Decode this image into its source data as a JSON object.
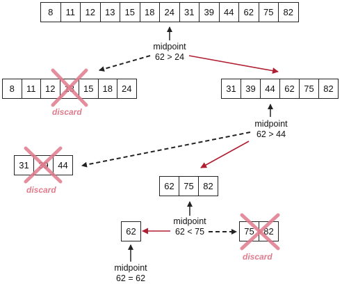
{
  "arrays": {
    "full": [
      "8",
      "11",
      "12",
      "13",
      "15",
      "18",
      "24",
      "31",
      "39",
      "44",
      "62",
      "75",
      "82"
    ],
    "left_half": [
      "8",
      "11",
      "12",
      "13",
      "15",
      "18",
      "24"
    ],
    "right_half": [
      "31",
      "39",
      "44",
      "62",
      "75",
      "82"
    ],
    "step2_left": [
      "31",
      "39",
      "44"
    ],
    "step2_right": [
      "62",
      "75",
      "82"
    ],
    "step3_left": [
      "62"
    ],
    "step3_right": [
      "75",
      "82"
    ]
  },
  "labels": {
    "midpoint": "midpoint",
    "cmp1": "62 > 24",
    "cmp2": "62 > 44",
    "cmp3": "62 < 75",
    "cmp4": "62 = 62",
    "discard": "discard"
  },
  "colors": {
    "red_arrow": "#b01e32",
    "discard_mark": "#e07b8c",
    "dashed_arrow": "#222222"
  }
}
